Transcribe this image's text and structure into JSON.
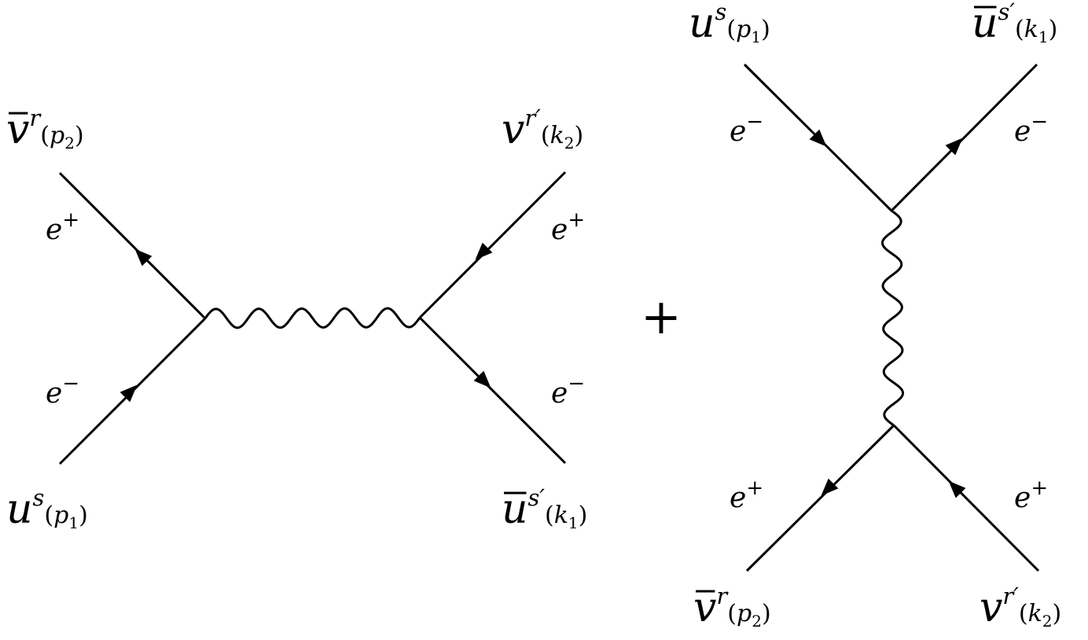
{
  "operator": "+",
  "diagrams": [
    {
      "id": "s-channel",
      "propagator": "photon",
      "legs": [
        {
          "role": "top-left",
          "spinor": "v",
          "bar": true,
          "spin": "r",
          "prime": false,
          "momentum": "p",
          "sub": "2",
          "particle": "e",
          "charge": "+",
          "arrow": "out"
        },
        {
          "role": "bottom-left",
          "spinor": "u",
          "bar": false,
          "spin": "s",
          "prime": false,
          "momentum": "p",
          "sub": "1",
          "particle": "e",
          "charge": "−",
          "arrow": "in"
        },
        {
          "role": "top-right",
          "spinor": "v",
          "bar": false,
          "spin": "r",
          "prime": true,
          "momentum": "k",
          "sub": "2",
          "particle": "e",
          "charge": "+",
          "arrow": "in"
        },
        {
          "role": "bottom-right",
          "spinor": "u",
          "bar": true,
          "spin": "s",
          "prime": true,
          "momentum": "k",
          "sub": "1",
          "particle": "e",
          "charge": "−",
          "arrow": "out"
        }
      ]
    },
    {
      "id": "t-channel",
      "propagator": "photon",
      "legs": [
        {
          "role": "top-left",
          "spinor": "u",
          "bar": false,
          "spin": "s",
          "prime": false,
          "momentum": "p",
          "sub": "1",
          "particle": "e",
          "charge": "−",
          "arrow": "in"
        },
        {
          "role": "top-right",
          "spinor": "u",
          "bar": true,
          "spin": "s",
          "prime": true,
          "momentum": "k",
          "sub": "1",
          "particle": "e",
          "charge": "−",
          "arrow": "out"
        },
        {
          "role": "bottom-left",
          "spinor": "v",
          "bar": true,
          "spin": "r",
          "prime": false,
          "momentum": "p",
          "sub": "2",
          "particle": "e",
          "charge": "+",
          "arrow": "out"
        },
        {
          "role": "bottom-right",
          "spinor": "v",
          "bar": false,
          "spin": "r",
          "prime": true,
          "momentum": "k",
          "sub": "2",
          "particle": "e",
          "charge": "+",
          "arrow": "in"
        }
      ]
    }
  ]
}
